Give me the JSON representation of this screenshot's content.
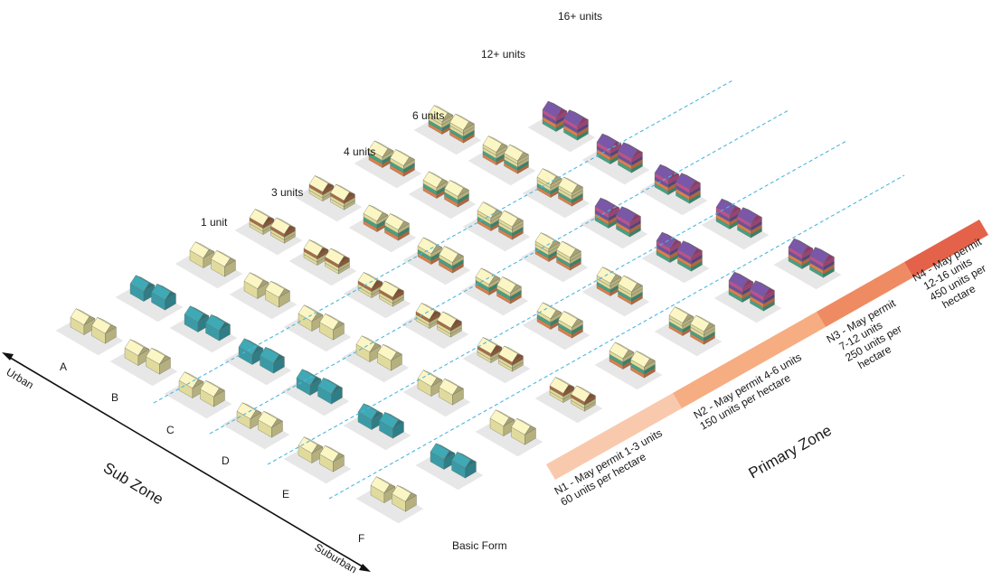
{
  "unit_labels": [
    "1 unit",
    "3 units",
    "4 units",
    "6 units",
    "12+ units",
    "16+ units"
  ],
  "subzone_letters": [
    "A",
    "B",
    "C",
    "D",
    "E",
    "F"
  ],
  "basic_form_label": "Basic Form",
  "axis": {
    "start_label": "Urban",
    "end_label": "Suburban",
    "title": "Sub Zone"
  },
  "primary_zone_label": "Primary Zone",
  "zones": [
    {
      "line1": "N1 - May permit 1-3 units",
      "line2": "60 units per hectare",
      "color": "#f9c9ad"
    },
    {
      "line1": "N2 - May permit 4-6 units",
      "line2": "150 units per hectare",
      "color": "#f6ad82"
    },
    {
      "line1": "N3 - May permit",
      "line2": "7-12 units",
      "line3": "250 units per",
      "line4": "hectare",
      "color": "#ef8b62"
    },
    {
      "line1": "N4 - May permit",
      "line2": "12-16 units",
      "line3": "450 units per",
      "line4": "hectare",
      "color": "#e4624a"
    }
  ],
  "palette": {
    "pale": "#f4eeaa",
    "pale_roof": "#fbf6c4",
    "teal": "#3fa9b6",
    "grey_roof": "#7d7d7d",
    "orange": "#ef8a52",
    "green": "#49b08f",
    "purple": "#7a57a8",
    "magenta": "#d2569f",
    "brown": "#b8744a",
    "dashed": "#4db6e0"
  }
}
